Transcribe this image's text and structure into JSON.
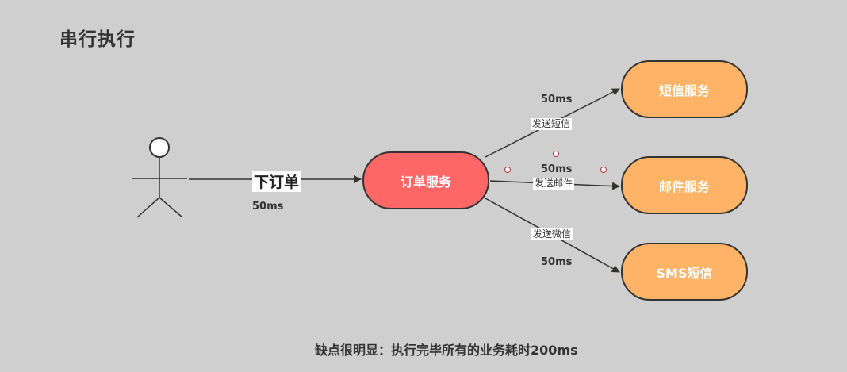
{
  "title": "串行执行",
  "actor": {
    "edge_label": "下订单",
    "time": "50ms"
  },
  "order_service": {
    "label": "订单服务"
  },
  "services": [
    {
      "label": "短信服务",
      "edge_label": "发送短信",
      "time": "50ms"
    },
    {
      "label": "邮件服务",
      "edge_label": "发送邮件",
      "time": "50ms"
    },
    {
      "label": "SMS短信",
      "edge_label": "发送微信",
      "time": "50ms"
    }
  ],
  "footer": "缺点很明显：执行完毕所有的业务耗时200ms",
  "colors": {
    "background": "#cfcfcf",
    "order_node": "#ff6666",
    "service_node": "#ffb366",
    "stroke": "#333333"
  }
}
